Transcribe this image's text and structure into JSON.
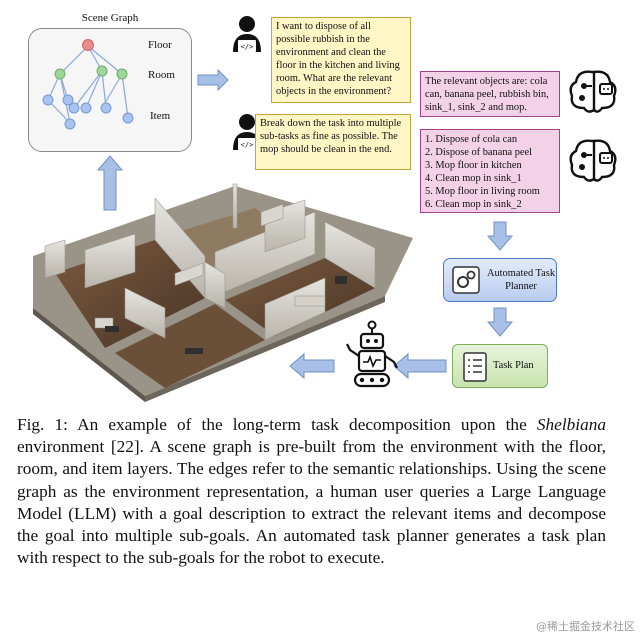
{
  "figure": {
    "scene_graph": {
      "title": "Scene Graph",
      "layers": {
        "floor": "Floor",
        "room": "Room",
        "item": "Item"
      }
    },
    "query_1": "I want to dispose of all possible rubbish in the environment and clean the floor in the kitchen and living room. What are the relevant objects in the environment?",
    "query_2": "Break down the task into multiple sub-tasks as fine as possible. The mop should be clean in the end.",
    "relevant_objects": "The relevant objects are: cola can, banana peel, rubbish bin, sink_1, sink_2 and mop.",
    "subtasks": [
      "1. Dispose of cola can",
      "2. Dispose of banana peel",
      "3. Mop floor in kitchen",
      "4. Clean mop in sink_1",
      "5. Mop floor in living room",
      "6. Clean mop in sink_2"
    ],
    "planner_label": "Automated Task Planner",
    "task_plan_label": "Task Plan",
    "colors": {
      "node_floor": "#e88b8b",
      "node_room": "#9ed69a",
      "node_item": "#a9c3f0",
      "arrow": "#a9c0e6",
      "bubble_yellow": "#fff6c6",
      "bubble_pink": "#f3d1e7"
    },
    "icons": [
      "user-coder-icon",
      "brain-robot-icon",
      "gears-icon",
      "checklist-icon",
      "robot-icon"
    ]
  },
  "caption": {
    "prefix": "Fig. 1: An example of the long-term task decomposition upon the ",
    "env_name": "Shelbiana",
    "rest": " environment [22]. A scene graph is pre-built from the environment with the floor, room, and item layers. The edges refer to the semantic relationships. Using the scene graph as the environment representation, a human user queries a Large Language Model (LLM) with a goal description to extract the relevant items and decompose the goal into multiple sub-goals. An automated task planner generates a task plan with respect to the sub-goals for the robot to execute."
  },
  "watermark": "@稀土掘金技术社区"
}
